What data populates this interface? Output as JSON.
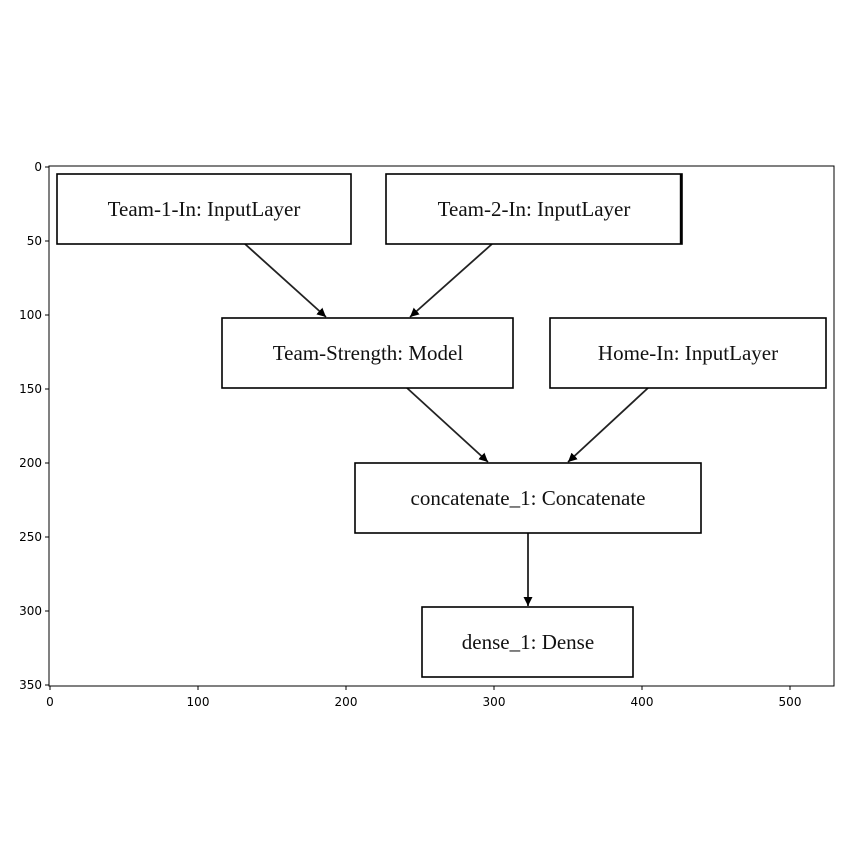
{
  "figure": {
    "x_ticks": [
      "0",
      "100",
      "200",
      "300",
      "400",
      "500"
    ],
    "y_ticks": [
      "0",
      "50",
      "100",
      "150",
      "200",
      "250",
      "300",
      "350"
    ]
  },
  "diagram": {
    "nodes": [
      {
        "id": "team1",
        "label": "Team-1-In: InputLayer"
      },
      {
        "id": "team2",
        "label": "Team-2-In: InputLayer"
      },
      {
        "id": "strength",
        "label": "Team-Strength: Model"
      },
      {
        "id": "home",
        "label": "Home-In: InputLayer"
      },
      {
        "id": "concat",
        "label": "concatenate_1: Concatenate"
      },
      {
        "id": "dense",
        "label": "dense_1: Dense"
      }
    ],
    "edges": [
      {
        "from": "team1",
        "to": "strength"
      },
      {
        "from": "team2",
        "to": "strength"
      },
      {
        "from": "strength",
        "to": "concat"
      },
      {
        "from": "home",
        "to": "concat"
      },
      {
        "from": "concat",
        "to": "dense"
      }
    ]
  }
}
